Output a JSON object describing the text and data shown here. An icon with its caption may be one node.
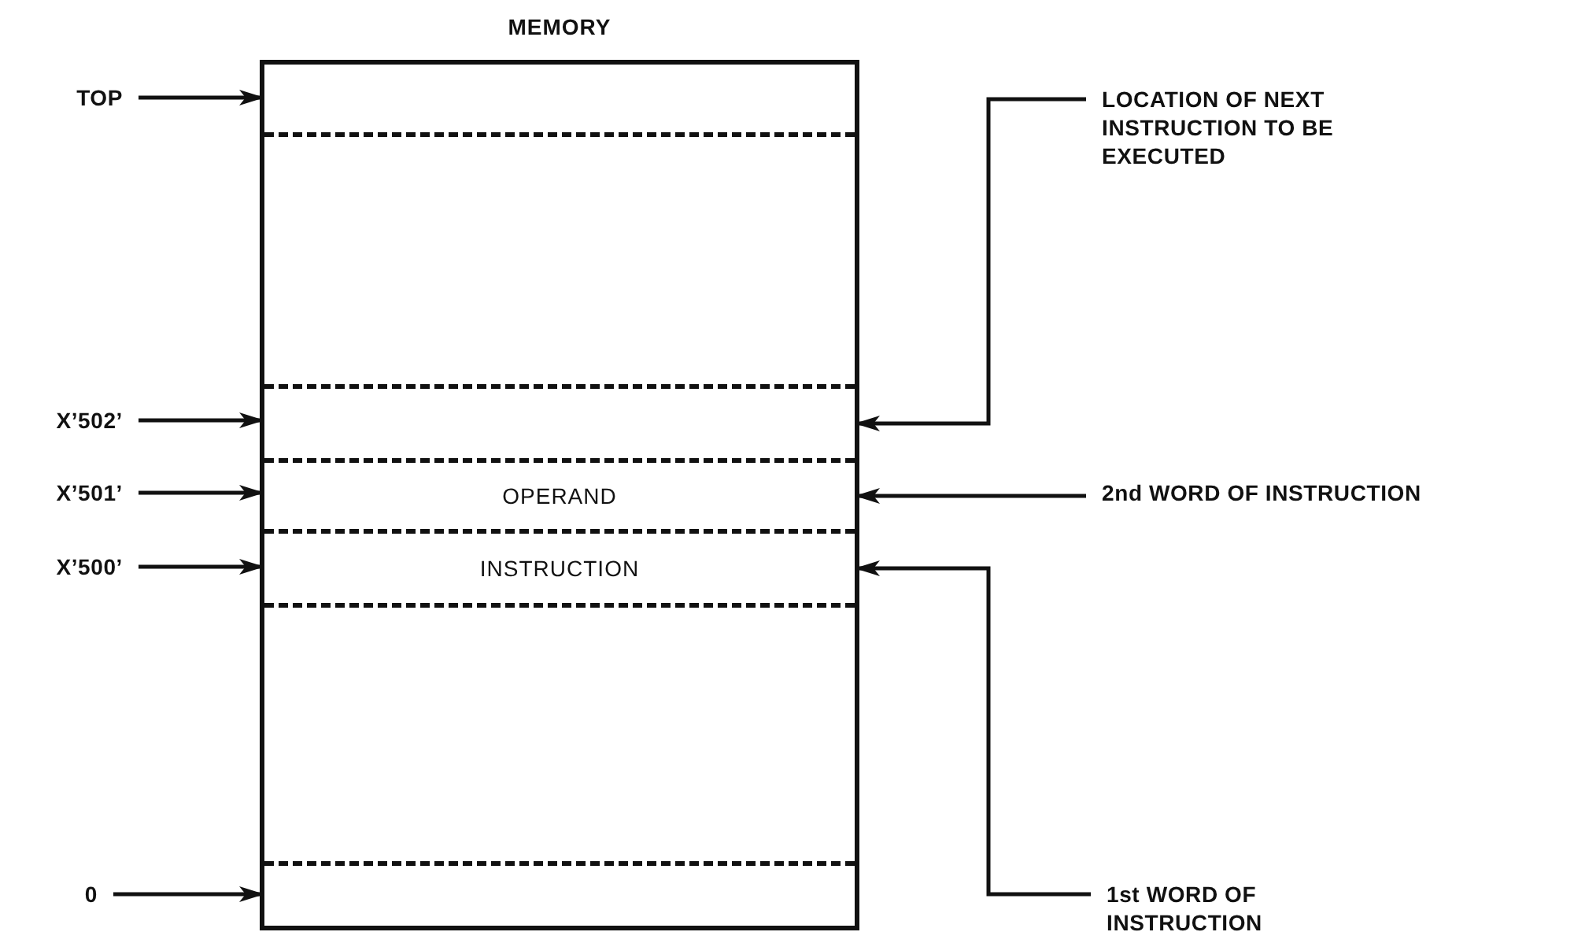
{
  "diagram": {
    "nodes": [
      {
        "text": [
          "MEMORY"
        ]
      },
      {
        "text": [],
        "shape": "box",
        "in": 0
      },
      {
        "text": [],
        "shape": "box",
        "in": 0
      },
      {
        "text": [
          "OPERAND"
        ],
        "in": 0
      },
      {
        "text": [
          "INSTRUCTION"
        ],
        "in": 0
      },
      {
        "text": [],
        "shape": "box",
        "in": 0
      },
      {
        "text": [
          "TOP"
        ]
      },
      {
        "text": [
          "X’502’"
        ]
      },
      {
        "text": [
          "X’501’"
        ]
      },
      {
        "text": [
          "X’500’"
        ]
      },
      {
        "text": [
          "0"
        ]
      },
      {
        "text": [
          "LOCATION OF NEXT INSTRUCTION TO BE EXECUTED"
        ]
      },
      {
        "text": [
          "2nd WORD OF INSTRUCTION"
        ]
      },
      {
        "text": [
          "1st WORD OF INSTRUCTION"
        ]
      }
    ],
    "edges": [
      {
        "from": 6,
        "to": 1,
        "arrow": "to"
      },
      {
        "from": 7,
        "to": 2,
        "arrow": "to"
      },
      {
        "from": 8,
        "to": 3,
        "arrow": "to"
      },
      {
        "from": 9,
        "to": 4,
        "arrow": "to"
      },
      {
        "from": 10,
        "to": 5,
        "arrow": "to"
      },
      {
        "from": 11,
        "to": 2,
        "arrow": "to"
      },
      {
        "from": 12,
        "to": 3,
        "arrow": "to"
      },
      {
        "from": 13,
        "to": 4,
        "arrow": "to"
      }
    ]
  }
}
